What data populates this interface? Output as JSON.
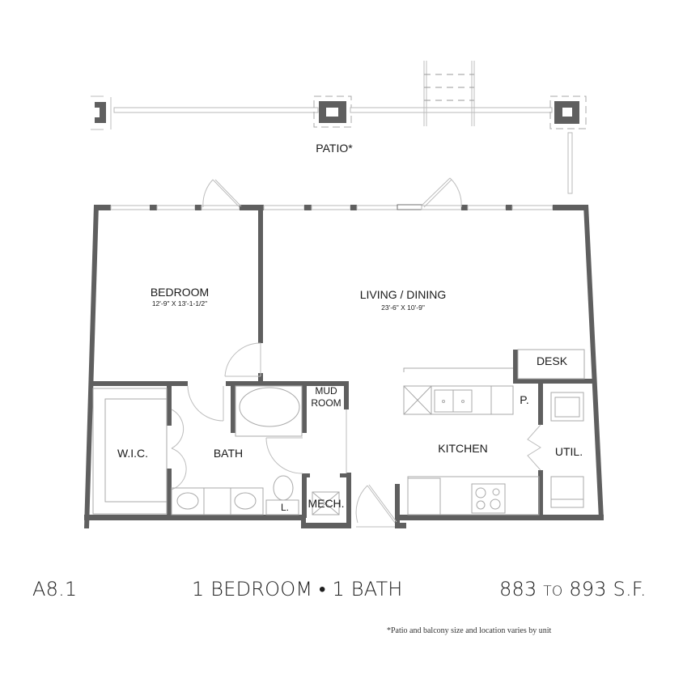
{
  "plan": {
    "unit_code": "A8.1",
    "unit_type": "1 BEDROOM • 1 BATH",
    "area": {
      "min": "883",
      "connector": "TO",
      "max": "893 S.F."
    },
    "footnote": "*Patio and balcony size and location varies by unit"
  },
  "rooms": {
    "patio": {
      "label": "PATIO*"
    },
    "bedroom": {
      "label": "BEDROOM",
      "dimensions": "12'-9\" X 13'-1-1/2\""
    },
    "living": {
      "label": "LIVING / DINING",
      "dimensions": "23'-6\" X 10'-9\""
    },
    "desk": {
      "label": "DESK"
    },
    "mud_room": {
      "label_line1": "MUD",
      "label_line2": "ROOM"
    },
    "wic": {
      "label": "W.I.C."
    },
    "bath": {
      "label": "BATH"
    },
    "kitchen": {
      "label": "KITCHEN"
    },
    "pantry": {
      "label": "P."
    },
    "utility": {
      "label": "UTIL."
    },
    "linen": {
      "label": "L."
    },
    "mech": {
      "label": "MECH."
    }
  },
  "colors": {
    "wall": "#5f5f5f",
    "fixture": "#a9a9a9",
    "text": "#1a1a1a"
  }
}
